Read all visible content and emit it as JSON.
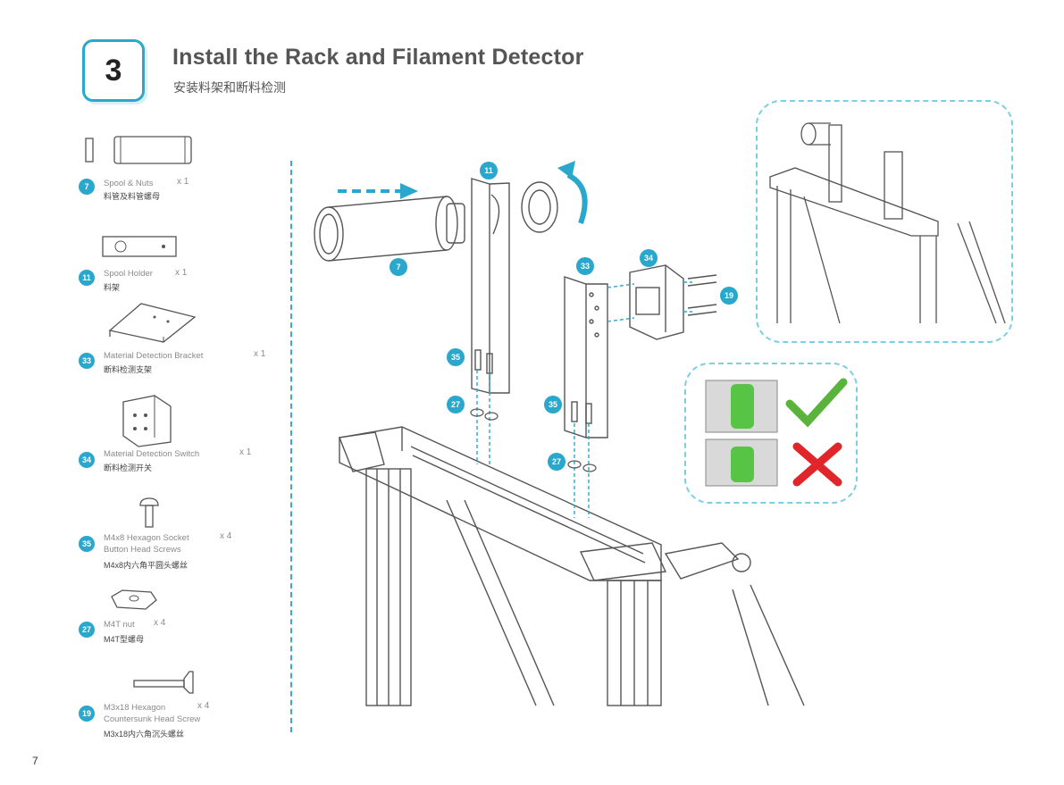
{
  "header": {
    "step_number": "3",
    "title": "Install the Rack and Filament Detector",
    "subtitle": "安装料架和断料检测"
  },
  "parts": [
    {
      "badge": "7",
      "name": "Spool & Nuts",
      "name2": "",
      "qty": "x 1",
      "name_cn": "料管及料管螺母"
    },
    {
      "badge": "11",
      "name": "Spool Holder",
      "name2": "",
      "qty": "x 1",
      "name_cn": "料架"
    },
    {
      "badge": "33",
      "name": "Material Detection Bracket",
      "name2": "",
      "qty": "x 1",
      "name_cn": "断料检测支架"
    },
    {
      "badge": "34",
      "name": "Material Detection Switch",
      "name2": "",
      "qty": "x 1",
      "name_cn": "断料检测开关"
    },
    {
      "badge": "35",
      "name": "M4x8 Hexagon Socket",
      "name2": "Button Head Screws",
      "qty": "x 4",
      "name_cn": "M4x8内六角平圆头螺丝"
    },
    {
      "badge": "27",
      "name": "M4T nut",
      "name2": "",
      "qty": "x 4",
      "name_cn": "M4T型螺母"
    },
    {
      "badge": "19",
      "name": "M3x18 Hexagon",
      "name2": "Countersunk Head Screw",
      "qty": "x 4",
      "name_cn": "M3x18内六角沉头螺丝"
    }
  ],
  "diagram_labels": {
    "spool": "7",
    "holder": "11",
    "bracket": "33",
    "switch": "34",
    "screws_switch": "19",
    "screws_left": "35",
    "nuts_left": "27",
    "screws_right": "35",
    "nuts_right": "27"
  },
  "colors": {
    "accent": "#2aa7cc",
    "check": "#5ab43c",
    "cross": "#e0262b"
  },
  "page_number": "7"
}
